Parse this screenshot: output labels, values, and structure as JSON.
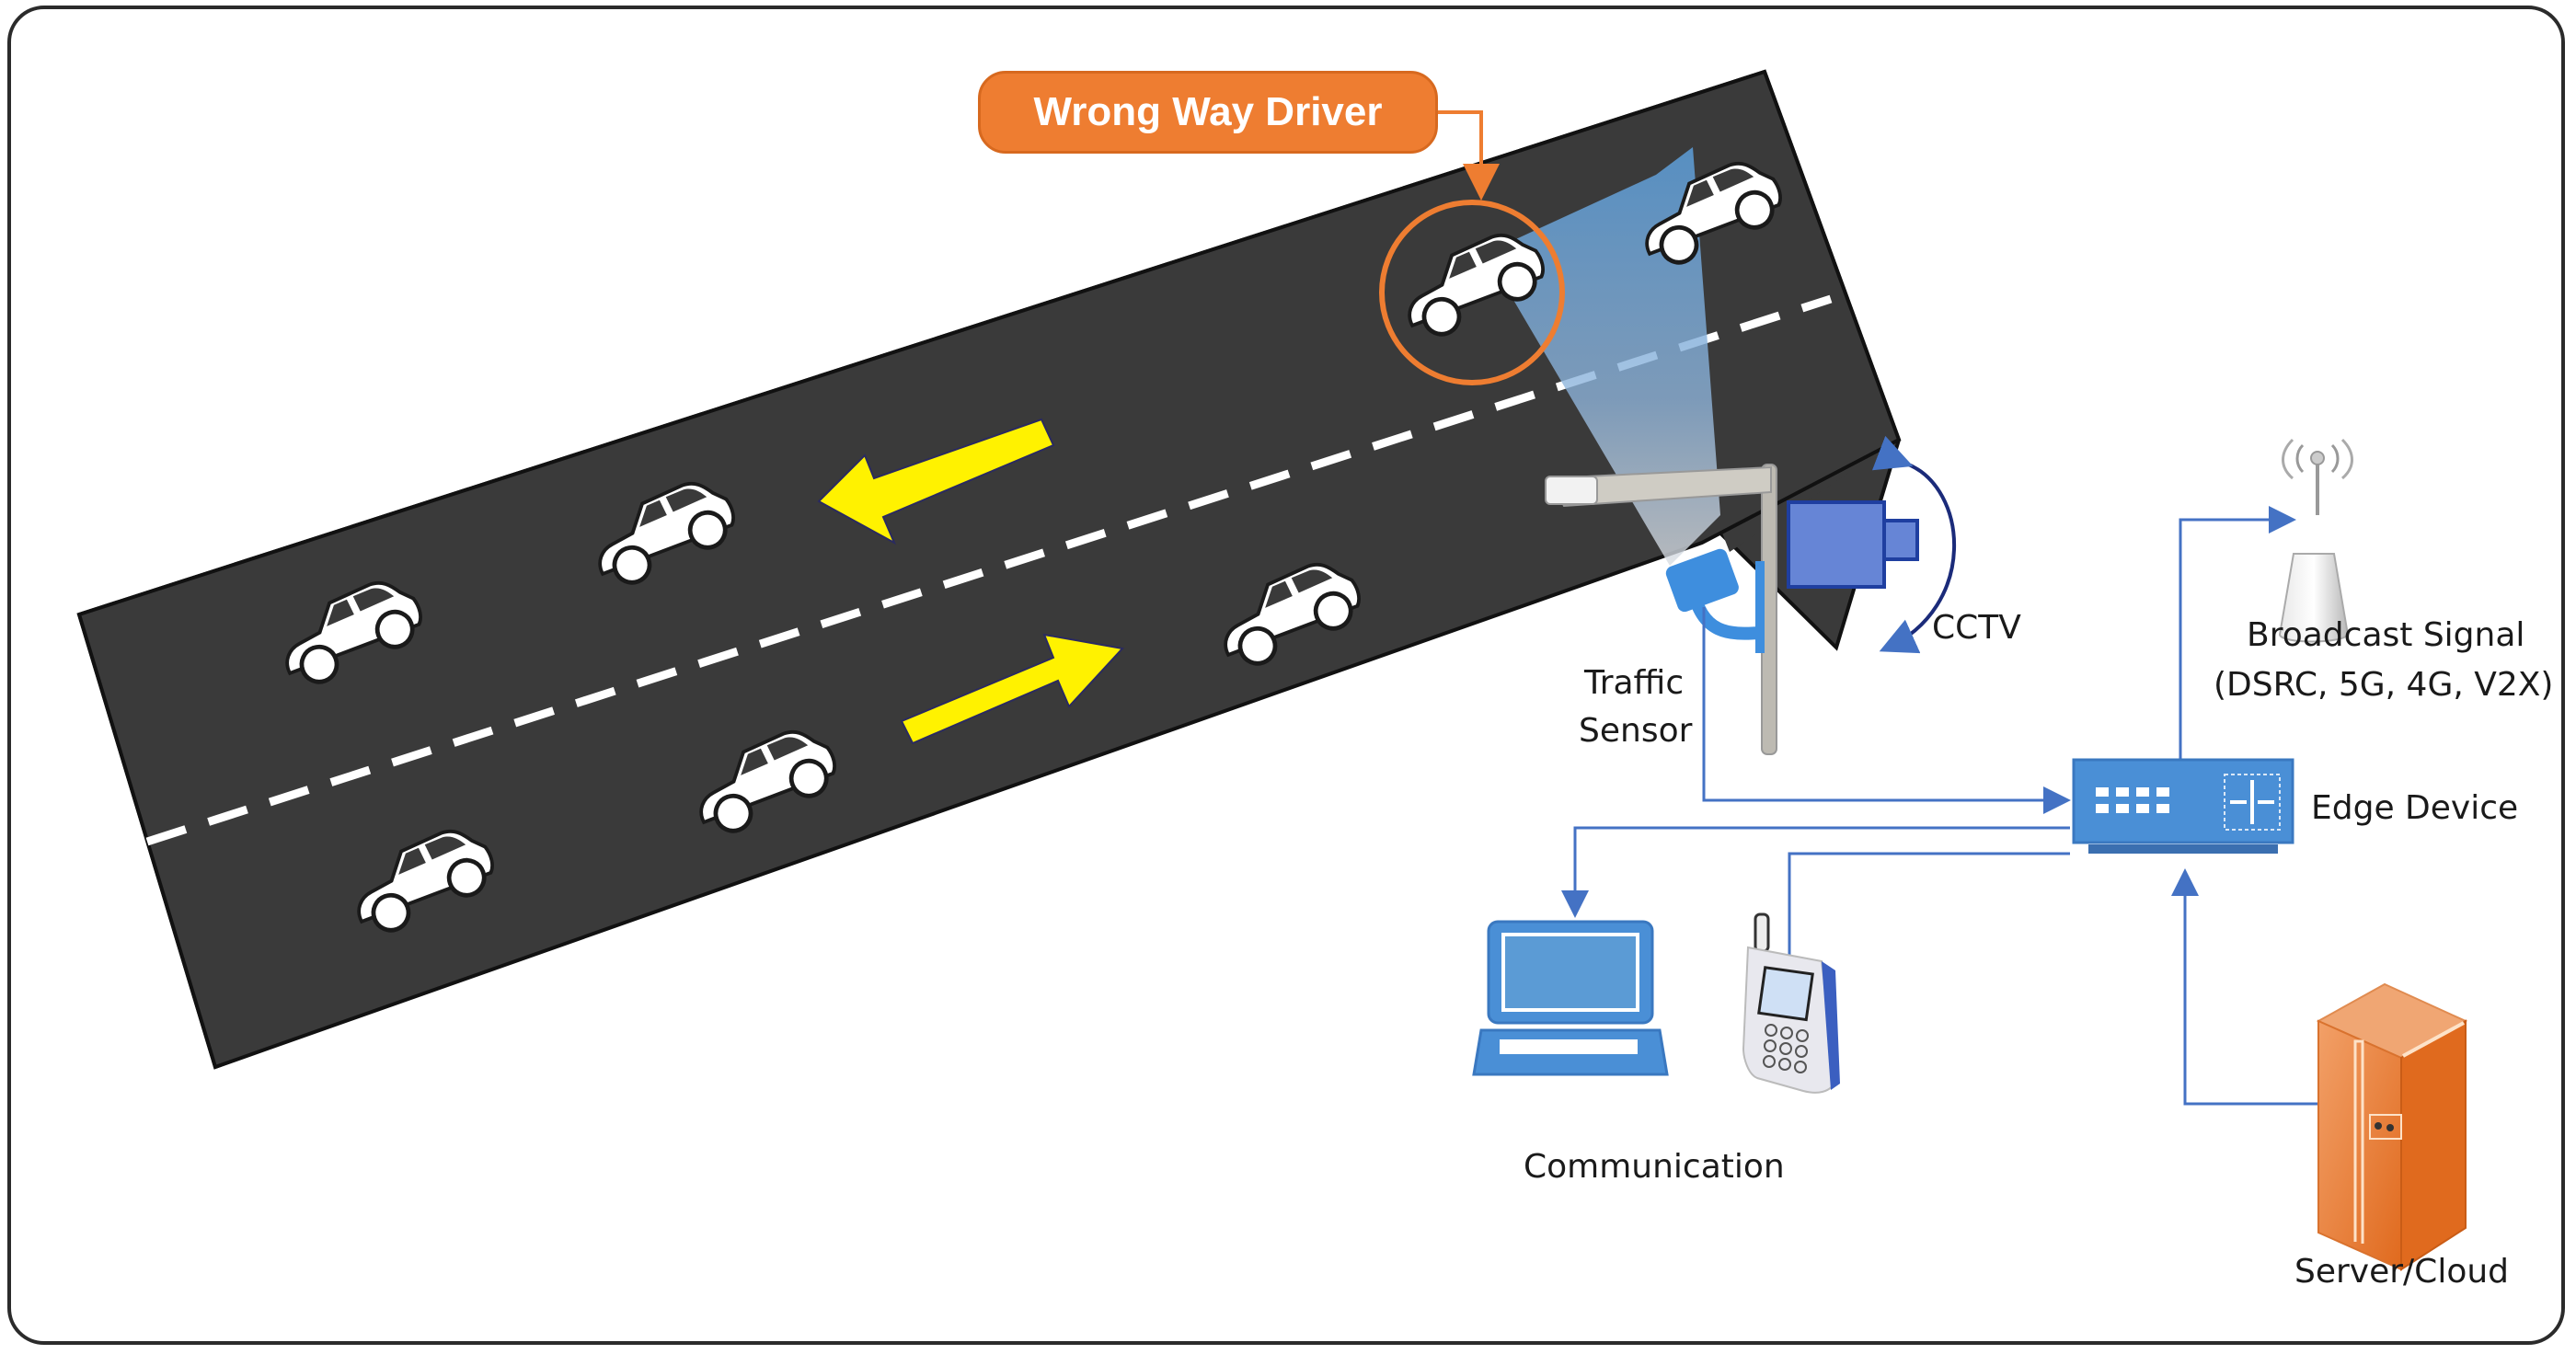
{
  "diagram": {
    "title_callout": "Wrong Way Driver",
    "labels": {
      "cctv": "CCTV",
      "traffic_sensor_line1": "Traffic",
      "traffic_sensor_line2": "Sensor",
      "broadcast_line1": "Broadcast Signal",
      "broadcast_line2": "(DSRC, 5G, 4G, V2X)",
      "edge_device": "Edge Device",
      "communication": "Communication",
      "server_cloud": "Server/Cloud"
    },
    "colors": {
      "road": "#3a3a3a",
      "lane_arrow": "#fff200",
      "callout_orange": "#ee7d31",
      "device_blue": "#4a8fd6",
      "connector_blue": "#4472c4",
      "server_orange": "#e8803a",
      "camera_view": "#5b9bd5"
    },
    "lanes": [
      {
        "name": "upper-lane",
        "direction": "left"
      },
      {
        "name": "lower-lane",
        "direction": "right"
      }
    ],
    "vehicles": [
      {
        "lane": "upper",
        "wrong_way": false
      },
      {
        "lane": "upper",
        "wrong_way": false
      },
      {
        "lane": "upper",
        "wrong_way": false
      },
      {
        "lane": "upper",
        "wrong_way": true
      },
      {
        "lane": "lower",
        "wrong_way": false
      },
      {
        "lane": "lower",
        "wrong_way": false
      },
      {
        "lane": "lower",
        "wrong_way": false
      }
    ],
    "connections": [
      {
        "from": "traffic-sensor",
        "to": "edge-device"
      },
      {
        "from": "edge-device",
        "to": "broadcast-signal"
      },
      {
        "from": "edge-device",
        "to": "laptop"
      },
      {
        "from": "edge-device",
        "to": "phone"
      },
      {
        "from": "server-cloud",
        "to": "edge-device"
      }
    ]
  }
}
